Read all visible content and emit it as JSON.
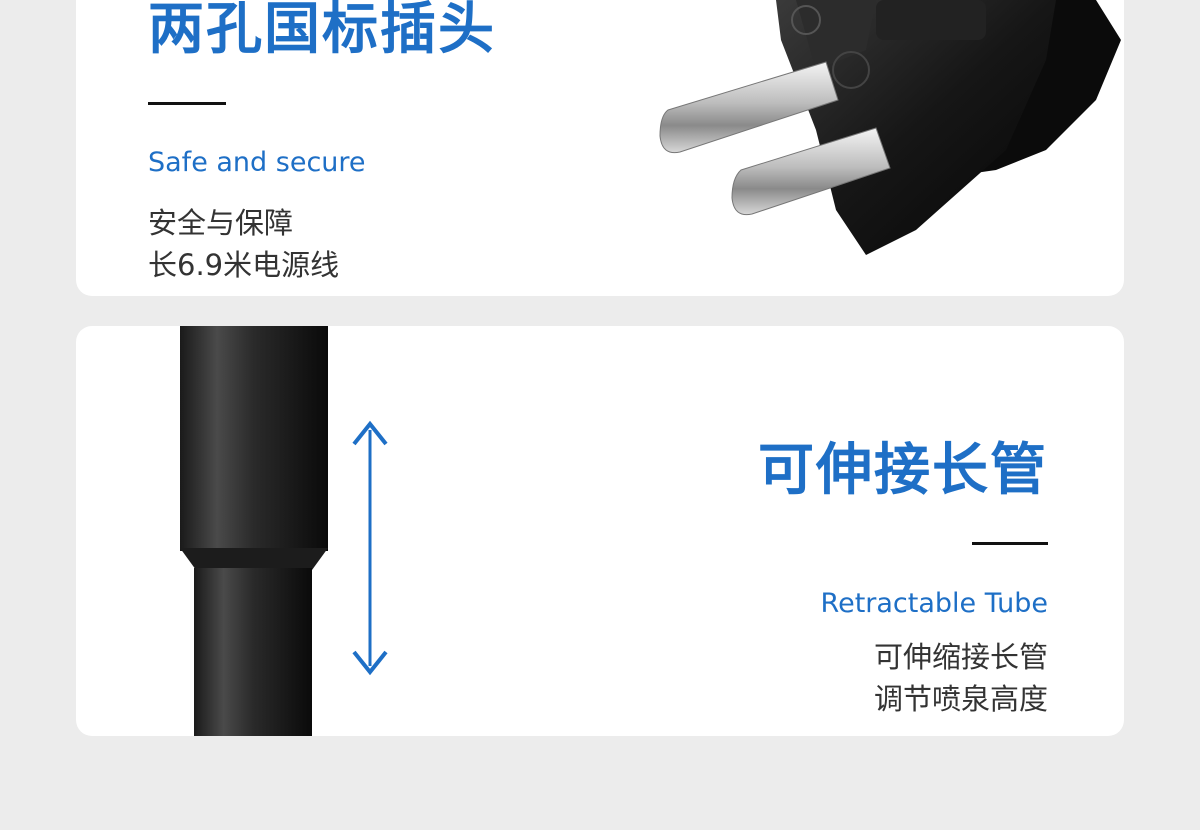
{
  "accent_color": "#1e6fc6",
  "sections": [
    {
      "title": "两孔国标插头",
      "subtitle_en": "Safe and secure",
      "desc_lines": [
        "安全与保障",
        "长6.9米电源线"
      ],
      "image_icon": "two-pin-plug-icon"
    },
    {
      "title": "可伸接长管",
      "subtitle_en": "Retractable Tube",
      "desc_lines": [
        "可伸缩接长管",
        "调节喷泉高度"
      ],
      "image_icon": "retractable-tube-icon",
      "arrow_icon": "double-arrow-icon"
    }
  ]
}
